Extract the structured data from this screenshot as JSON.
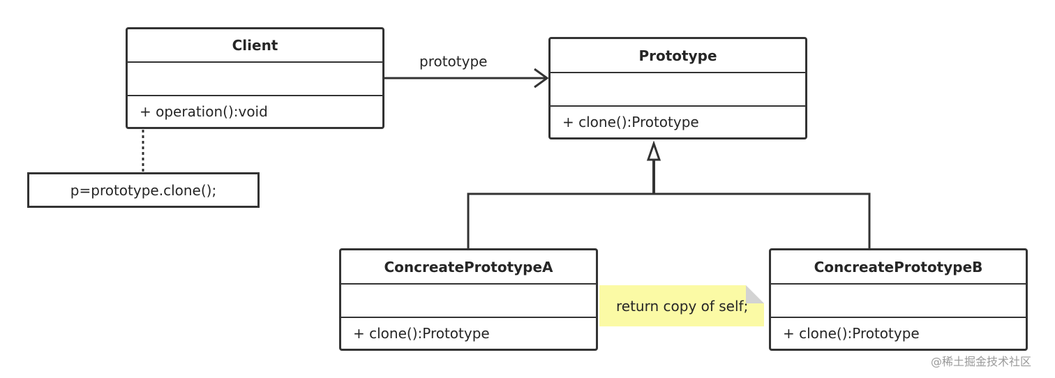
{
  "client": {
    "name": "Client",
    "operation": "+ operation():void"
  },
  "prototype": {
    "name": "Prototype",
    "operation": "+ clone():Prototype"
  },
  "concrete_a": {
    "name": "ConcreatePrototypeA",
    "operation": "+ clone():Prototype"
  },
  "concrete_b": {
    "name": "ConcreatePrototypeB",
    "operation": "+ clone():Prototype"
  },
  "association_label": "prototype",
  "client_note": "p=prototype.clone();",
  "sticky_note": "return copy of self;",
  "watermark": "@稀土掘金技术社区",
  "colors": {
    "line": "#333333",
    "sticky": "#fbfaa5",
    "watermark": "#9a9a9a"
  }
}
